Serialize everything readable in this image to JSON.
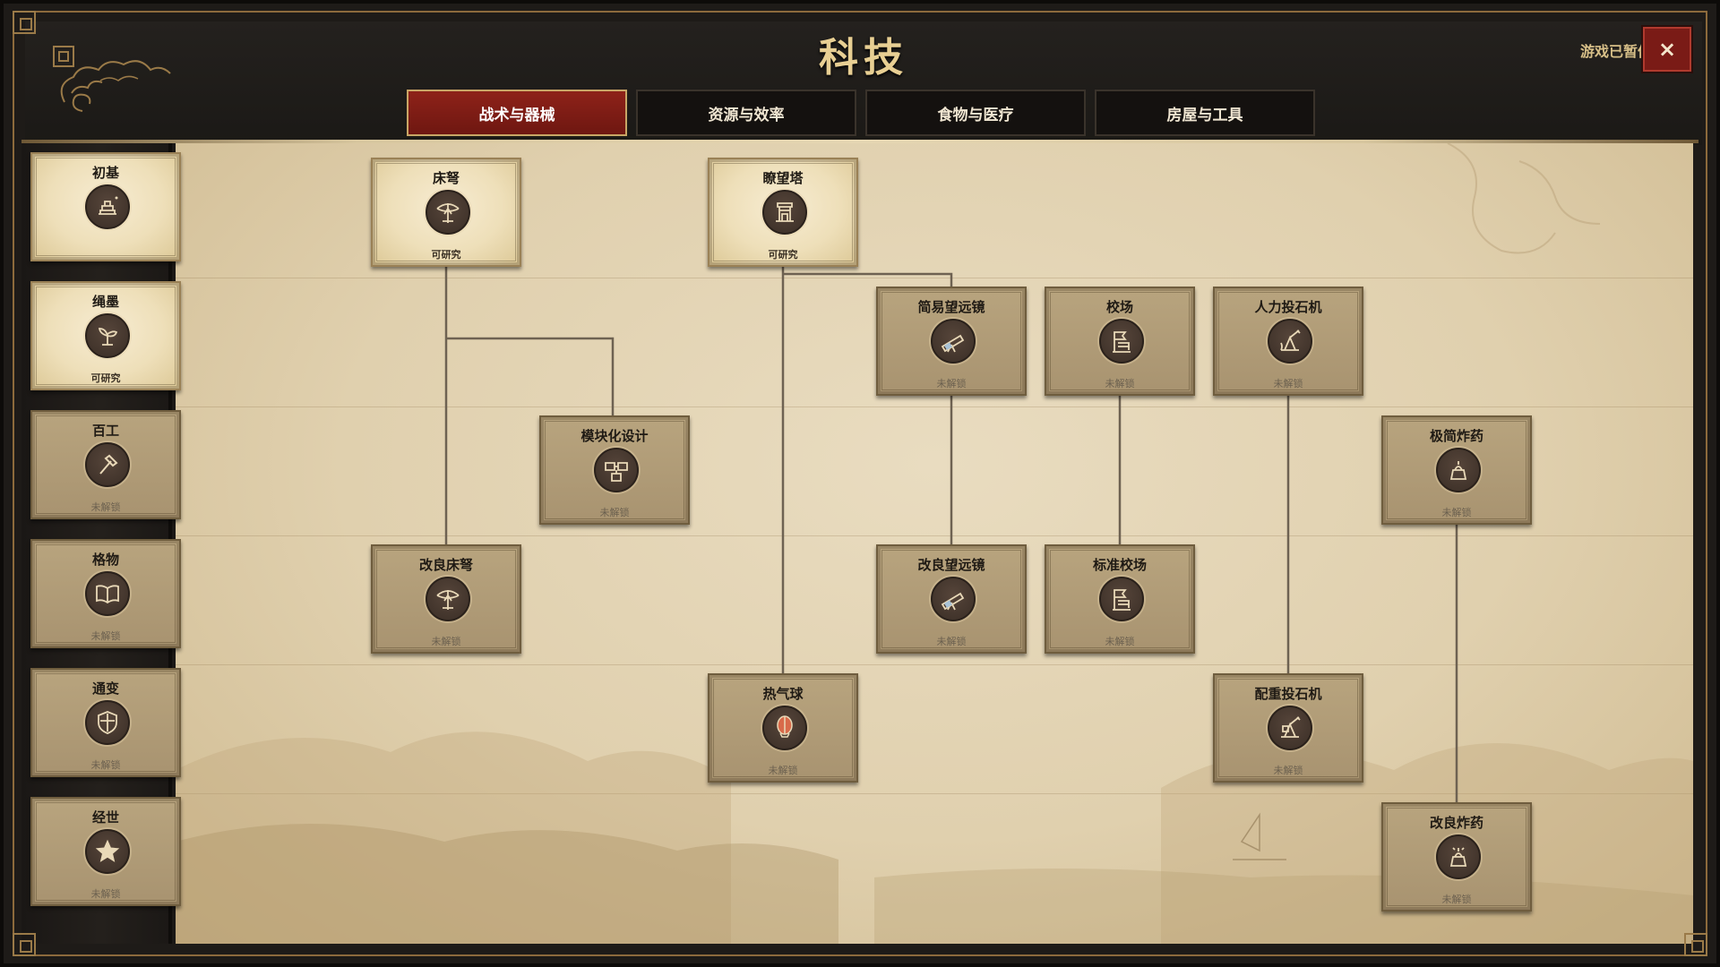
{
  "header": {
    "title": "科技",
    "paused_label": "游戏已暂停",
    "close_label": "×"
  },
  "tabs": [
    {
      "label": "战术与器械",
      "active": true
    },
    {
      "label": "资源与效率",
      "active": false
    },
    {
      "label": "食物与医疗",
      "active": false
    },
    {
      "label": "房屋与工具",
      "active": false
    }
  ],
  "colors": {
    "active_tab": "#8e2219",
    "accent_gold": "#e8cf93",
    "close_button": "#7a1b16"
  },
  "status_labels": {
    "available": "可研究",
    "locked": "未解锁"
  },
  "sidebar": {
    "tiers": [
      {
        "label": "初基",
        "icon": "altar-icon",
        "status": "",
        "state": "available"
      },
      {
        "label": "绳墨",
        "icon": "sprout-icon",
        "status": "可研究",
        "state": "available"
      },
      {
        "label": "百工",
        "icon": "hammer-icon",
        "status": "未解锁",
        "state": "locked"
      },
      {
        "label": "格物",
        "icon": "book-icon",
        "status": "未解锁",
        "state": "locked"
      },
      {
        "label": "通变",
        "icon": "shield-icon",
        "status": "未解锁",
        "state": "locked"
      },
      {
        "label": "经世",
        "icon": "star-icon",
        "status": "未解锁",
        "state": "locked"
      }
    ]
  },
  "techs": [
    {
      "id": "ballista",
      "label": "床弩",
      "icon": "crossbow-icon",
      "status": "可研究",
      "state": "available"
    },
    {
      "id": "watchtower",
      "label": "瞭望塔",
      "icon": "tower-icon",
      "status": "可研究",
      "state": "available"
    },
    {
      "id": "simple-telescope",
      "label": "简易望远镜",
      "icon": "telescope-icon",
      "status": "未解锁",
      "state": "locked"
    },
    {
      "id": "training-ground",
      "label": "校场",
      "icon": "flag-icon",
      "status": "未解锁",
      "state": "locked"
    },
    {
      "id": "manual-catapult",
      "label": "人力投石机",
      "icon": "catapult-icon",
      "status": "未解锁",
      "state": "locked"
    },
    {
      "id": "modular-design",
      "label": "模块化设计",
      "icon": "modules-icon",
      "status": "未解锁",
      "state": "locked"
    },
    {
      "id": "minimal-explosive",
      "label": "极简炸药",
      "icon": "bomb-icon",
      "status": "未解锁",
      "state": "locked"
    },
    {
      "id": "improved-ballista",
      "label": "改良床弩",
      "icon": "crossbow-icon",
      "status": "未解锁",
      "state": "locked"
    },
    {
      "id": "improved-telescope",
      "label": "改良望远镜",
      "icon": "telescope-icon",
      "status": "未解锁",
      "state": "locked"
    },
    {
      "id": "standard-training-ground",
      "label": "标准校场",
      "icon": "flag-icon",
      "status": "未解锁",
      "state": "locked"
    },
    {
      "id": "hot-air-balloon",
      "label": "热气球",
      "icon": "balloon-icon",
      "status": "未解锁",
      "state": "locked"
    },
    {
      "id": "counterweight-catapult",
      "label": "配重投石机",
      "icon": "catapult-icon",
      "status": "未解锁",
      "state": "locked"
    },
    {
      "id": "improved-explosive",
      "label": "改良炸药",
      "icon": "bomb-icon",
      "status": "未解锁",
      "state": "locked"
    }
  ]
}
